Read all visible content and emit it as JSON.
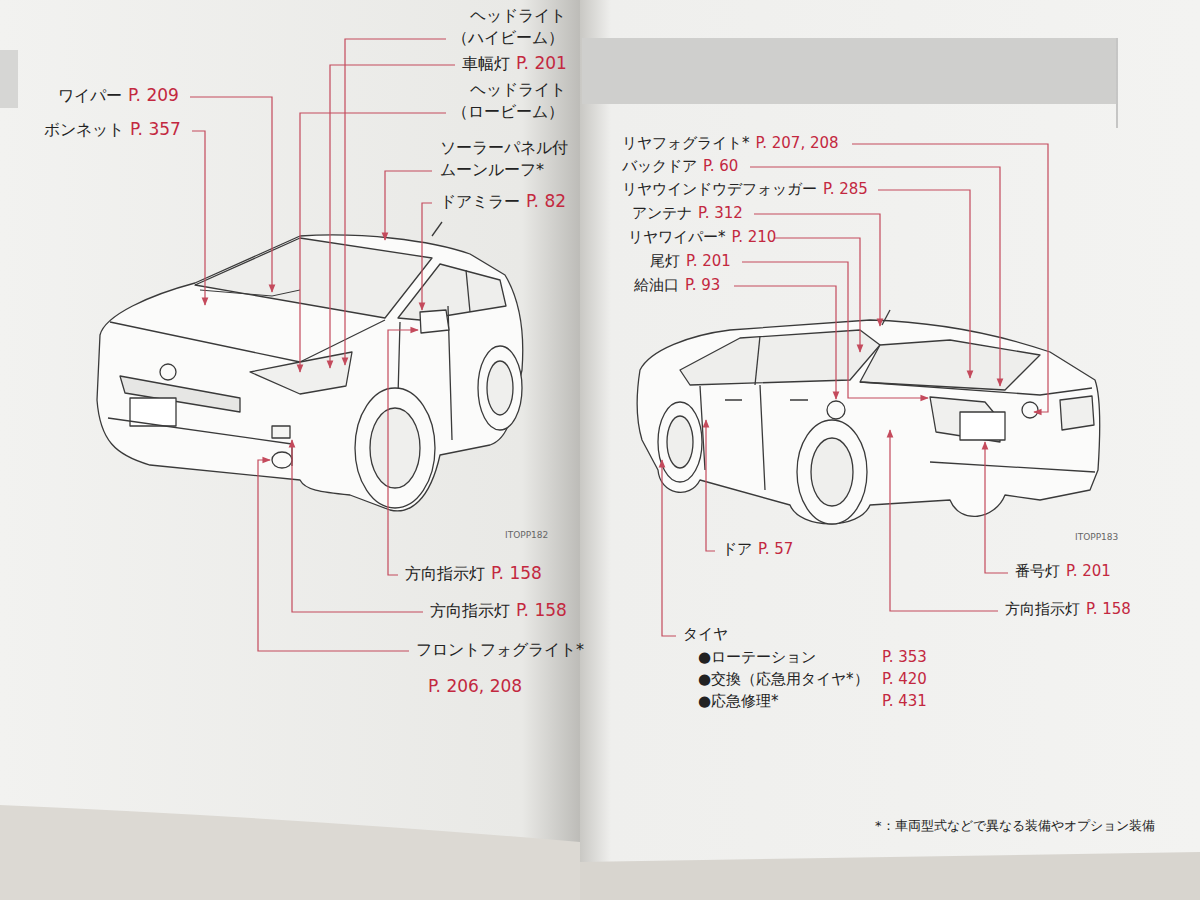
{
  "diagram": {
    "labels": [
      "ヘッドライト",
      "（ハイビーム）",
      "車幅灯",
      "P. 201",
      "ヘッドライト",
      "（ロービーム）",
      "ソーラーパネル付",
      "ムーンルーフ*",
      "ドアミラー",
      "P. 82",
      "ワイパー",
      "P. 209",
      "ボンネット",
      "P. 357",
      "方向指示灯",
      "P. 158",
      "方向指示灯",
      "P. 158",
      "フロントフォグライト*",
      "P. 206, 208",
      "ITOPP182",
      "リヤフォグライト*",
      "P. 207, 208",
      "バックドア",
      "P. 60",
      "リヤウインドウデフォッガー",
      "P. 285",
      "アンテナ",
      "P. 312",
      "リヤワイパー*",
      "P. 210",
      "尾灯",
      "P. 201",
      "給油口",
      "P. 93",
      "ITOPP183",
      "ドア",
      "P. 57",
      "番号灯",
      "P. 201",
      "方向指示灯",
      "P. 158",
      "タイヤ",
      "●ローテーション",
      "P. 353",
      "●交換（応急用タイヤ*）",
      "P. 420",
      "●応急修理*",
      "P. 431",
      "*：車両型式などで異なる装備やオプション装備"
    ]
  }
}
